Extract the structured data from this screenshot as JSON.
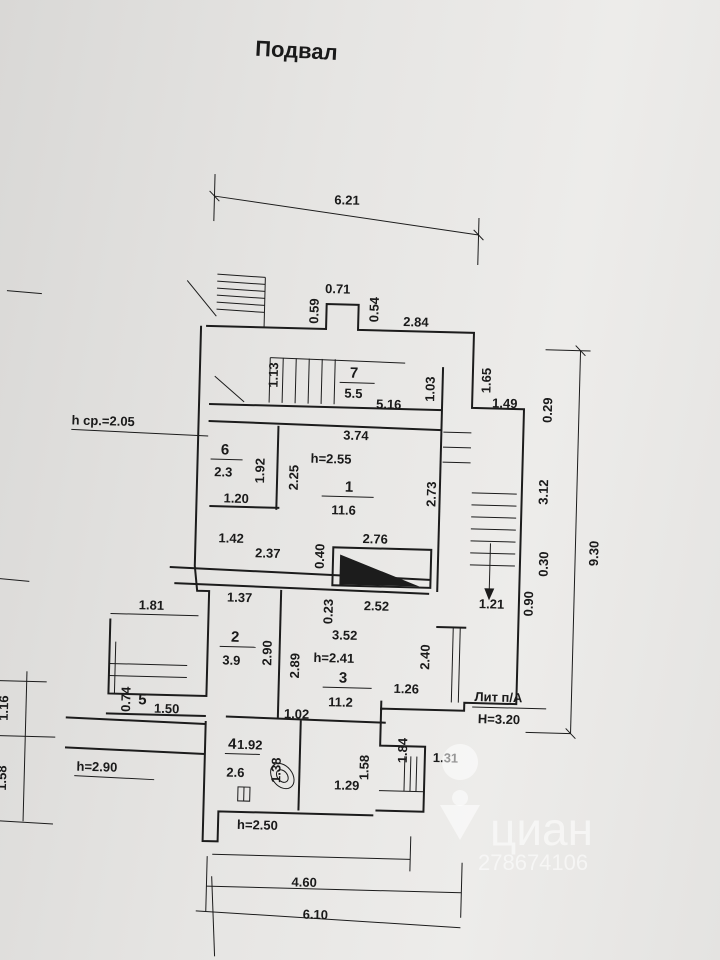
{
  "title": "Подвал",
  "rooms": [
    {
      "number": "1",
      "area": "11.6",
      "height": "h=2.55"
    },
    {
      "number": "2",
      "area": "3.9"
    },
    {
      "number": "3",
      "area": "11.2",
      "height": "h=2.41"
    },
    {
      "number": "4",
      "area": "2.6"
    },
    {
      "number": "5"
    },
    {
      "number": "6",
      "area": "2.3"
    },
    {
      "number": "7",
      "area": "5.5"
    }
  ],
  "heights": {
    "h_avg": "h ср.=2.05",
    "h_290": "h=2.90",
    "h_250": "h=2.50",
    "h_320": "H=3.20"
  },
  "liter": "Лит п/А",
  "dimensions": {
    "top_total": "6.21",
    "bottom_total": "6.10",
    "bottom_inner": "4.60",
    "right_total": "9.30",
    "d059": "0.59",
    "d071": "0.71",
    "d054": "0.54",
    "d284": "2.84",
    "d113": "1.13",
    "d103": "1.03",
    "d516": "5.16",
    "d165": "1.65",
    "d149": "1.49",
    "d029": "0.29",
    "d374": "3.74",
    "d192": "1.92",
    "d225": "2.25",
    "d273": "2.73",
    "d312": "3.12",
    "d120": "1.20",
    "d142": "1.42",
    "d237": "2.37",
    "d040": "0.40",
    "d276": "2.76",
    "d030": "0.30",
    "d090": "0.90",
    "d121": "1.21",
    "d137": "1.37",
    "d023": "0.23",
    "d252": "2.52",
    "d181": "1.81",
    "d290": "2.90",
    "d289": "2.89",
    "d352": "3.52",
    "d240": "2.40",
    "d074": "0.74",
    "d150": "1.50",
    "d126": "1.26",
    "d116": "1.16",
    "d102": "1.02",
    "d184": "1.84",
    "d158_left": "1.58",
    "d192b": "1.92",
    "d138": "1.38",
    "d158": "1.58",
    "d131": "1.31",
    "d129": "1.29"
  },
  "watermark": {
    "brand": "циан",
    "id": "278674106"
  }
}
